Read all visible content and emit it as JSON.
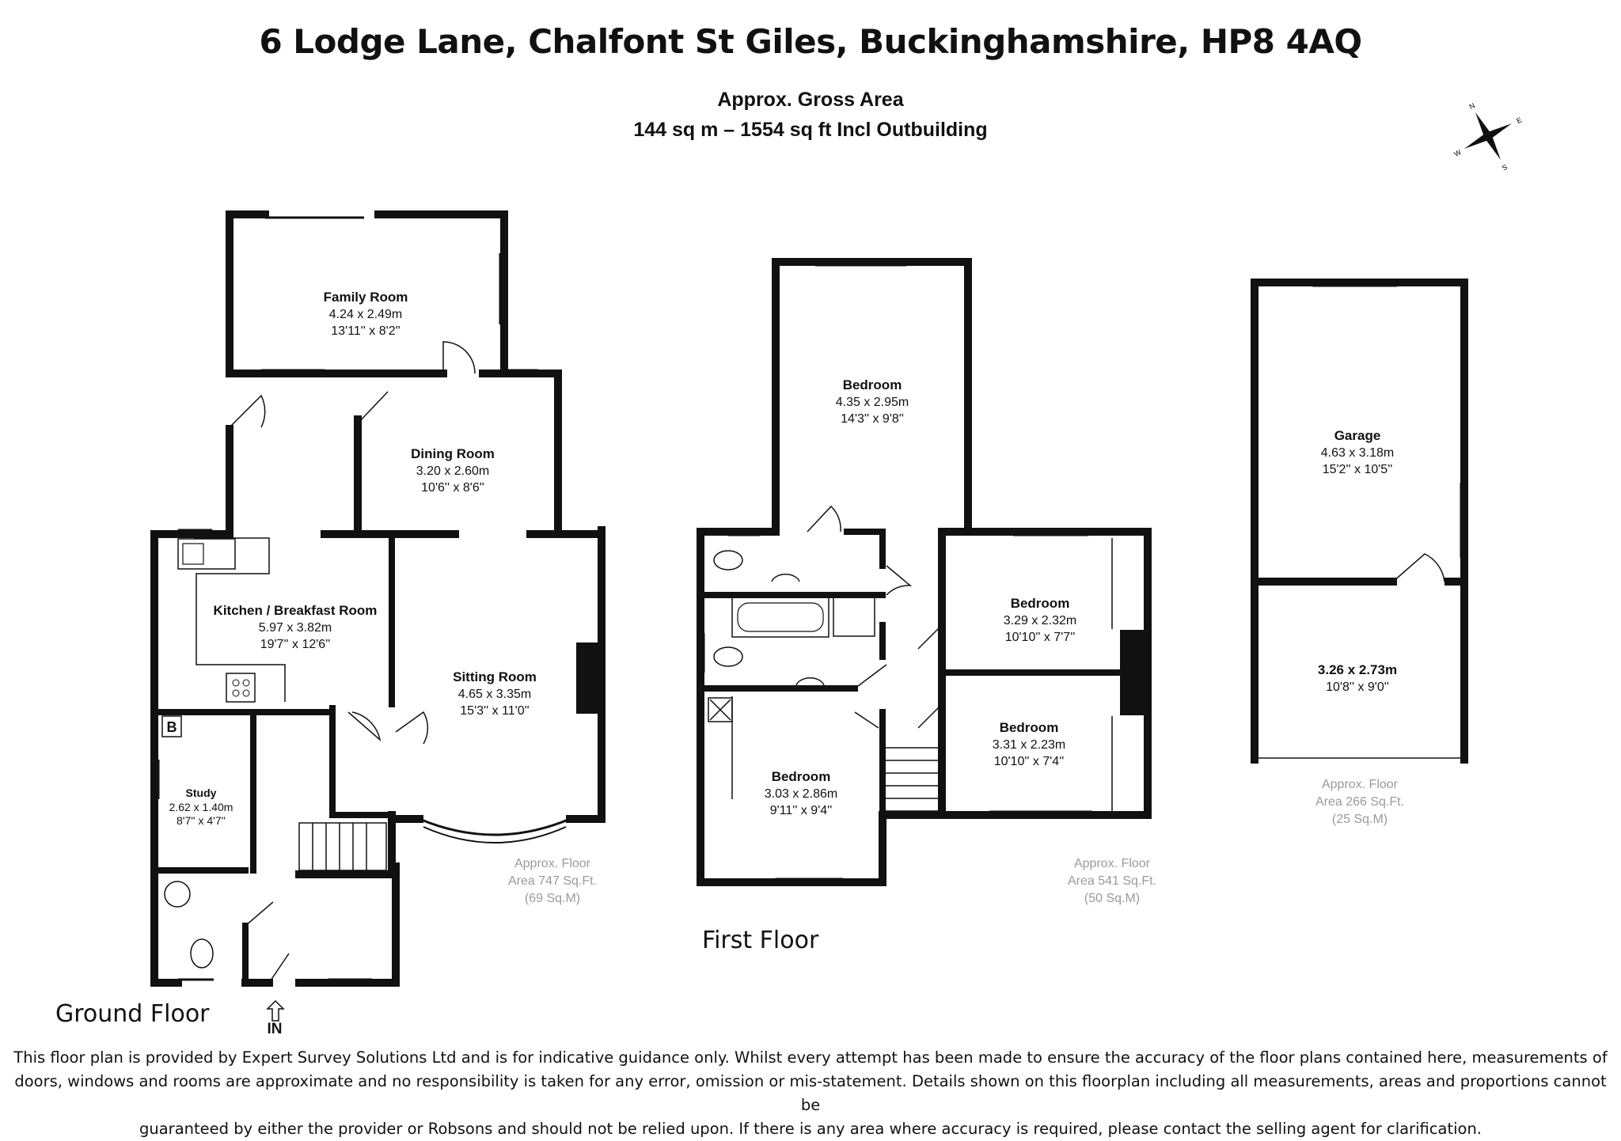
{
  "header": {
    "title": "6 Lodge Lane, Chalfont St Giles, Buckinghamshire, HP8 4AQ",
    "gross_area_label": "Approx. Gross Area",
    "gross_area_value": "144 sq m – 1554 sq ft Incl Outbuilding"
  },
  "compass": {
    "icon": "compass-rose-icon",
    "labels": [
      "N",
      "S",
      "E",
      "W"
    ]
  },
  "ground_floor": {
    "label": "Ground Floor",
    "area": [
      "Approx. Floor",
      "Area 747 Sq.Ft.",
      "(69 Sq.M)"
    ],
    "entrance_label": "IN",
    "boiler_label": "B",
    "rooms": {
      "family_room": {
        "name": "Family Room",
        "metric": "4.24 x 2.49m",
        "imperial": "13'11'' x 8'2''"
      },
      "dining_room": {
        "name": "Dining Room",
        "metric": "3.20 x 2.60m",
        "imperial": "10'6'' x 8'6''"
      },
      "kitchen": {
        "name": "Kitchen / Breakfast Room",
        "metric": "5.97 x 3.82m",
        "imperial": "19'7'' x 12'6''"
      },
      "sitting_room": {
        "name": "Sitting Room",
        "metric": "4.65 x 3.35m",
        "imperial": "15'3'' x 11'0''"
      },
      "study": {
        "name": "Study",
        "metric": "2.62 x 1.40m",
        "imperial": "8'7'' x 4'7''"
      }
    }
  },
  "first_floor": {
    "label": "First Floor",
    "area": [
      "Approx. Floor",
      "Area 541 Sq.Ft.",
      "(50 Sq.M)"
    ],
    "rooms": {
      "bedroom_1": {
        "name": "Bedroom",
        "metric": "4.35 x 2.95m",
        "imperial": "14'3'' x 9'8''"
      },
      "bedroom_2": {
        "name": "Bedroom",
        "metric": "3.29 x 2.32m",
        "imperial": "10'10'' x 7'7''"
      },
      "bedroom_3": {
        "name": "Bedroom",
        "metric": "3.31 x 2.23m",
        "imperial": "10'10'' x 7'4''"
      },
      "bedroom_4": {
        "name": "Bedroom",
        "metric": "3.03 x 2.86m",
        "imperial": "9'11'' x 9'4''"
      }
    }
  },
  "outbuilding": {
    "area": [
      "Approx. Floor",
      "Area 266 Sq.Ft.",
      "(25 Sq.M)"
    ],
    "rooms": {
      "garage": {
        "name": "Garage",
        "metric": "4.63 x 3.18m",
        "imperial": "15'2'' x 10'5''"
      },
      "store": {
        "metric": "3.26 x 2.73m",
        "imperial": "10'8'' x 9'0''"
      }
    }
  },
  "disclaimer": [
    "This floor plan is provided by Expert Survey Solutions Ltd and is for indicative guidance only. Whilst every attempt has been made to ensure the accuracy of the floor plans contained here, measurements of",
    "doors, windows and rooms are approximate and no responsibility is taken for any error, omission or mis-statement. Details shown on this floorplan including all measurements, areas and proportions cannot be",
    "guaranteed by either the provider or Robsons and should not be relied upon.  If there is any area where accuracy is required, please contact the selling agent for clarification."
  ]
}
